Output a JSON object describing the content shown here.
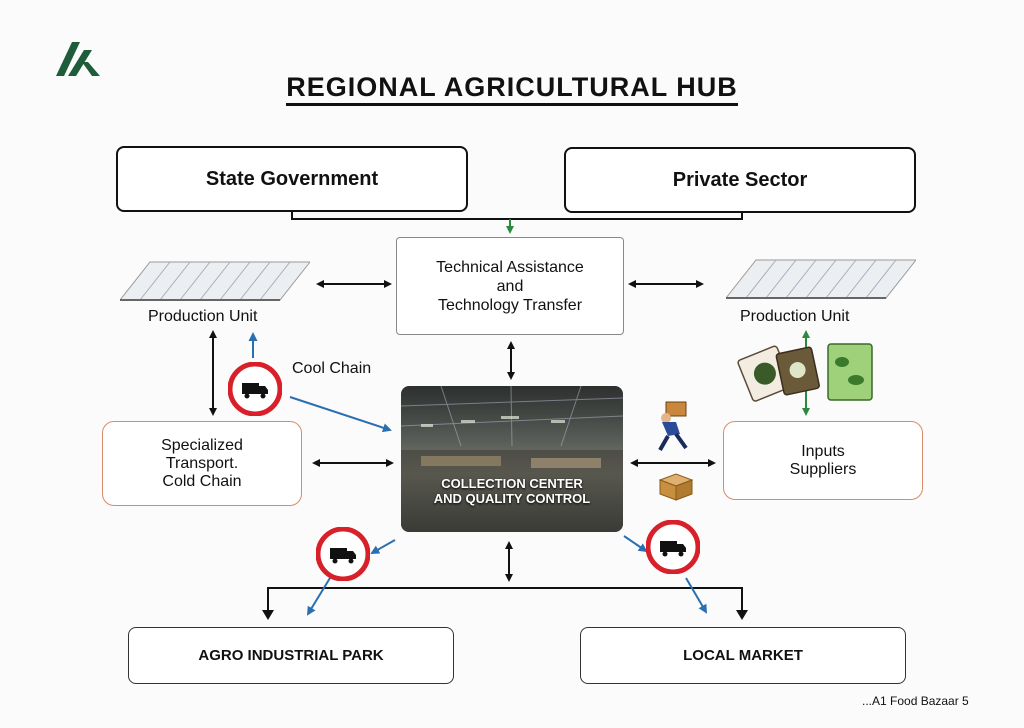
{
  "title": "REGIONAL AGRICULTURAL HUB",
  "state_government": "State Government",
  "private_sector": "Private Sector",
  "technical_assistance": [
    "Technical Assistance",
    "and",
    "Technology Transfer"
  ],
  "production_unit_left": "Production Unit",
  "production_unit_right": "Production Unit",
  "cool_chain": "Cool Chain",
  "specialized_transport": [
    "Specialized",
    "Transport.",
    "Cold Chain"
  ],
  "collection_center": [
    "COLLECTION CENTER",
    "AND QUALITY CONTROL"
  ],
  "inputs_suppliers": [
    "Inputs",
    "Suppliers"
  ],
  "agro_industrial_park": "AGRO INDUSTRIAL PARK",
  "local_market": "LOCAL MARKET",
  "footer": "...A1 Food Bazaar 5",
  "colors": {
    "logo_green": "#1e5c3a",
    "arrow_green": "#2a8a3e",
    "arrow_blue": "#2a6fb0",
    "sign_red": "#d8202a",
    "box_orange_border": "#d98a6a"
  }
}
